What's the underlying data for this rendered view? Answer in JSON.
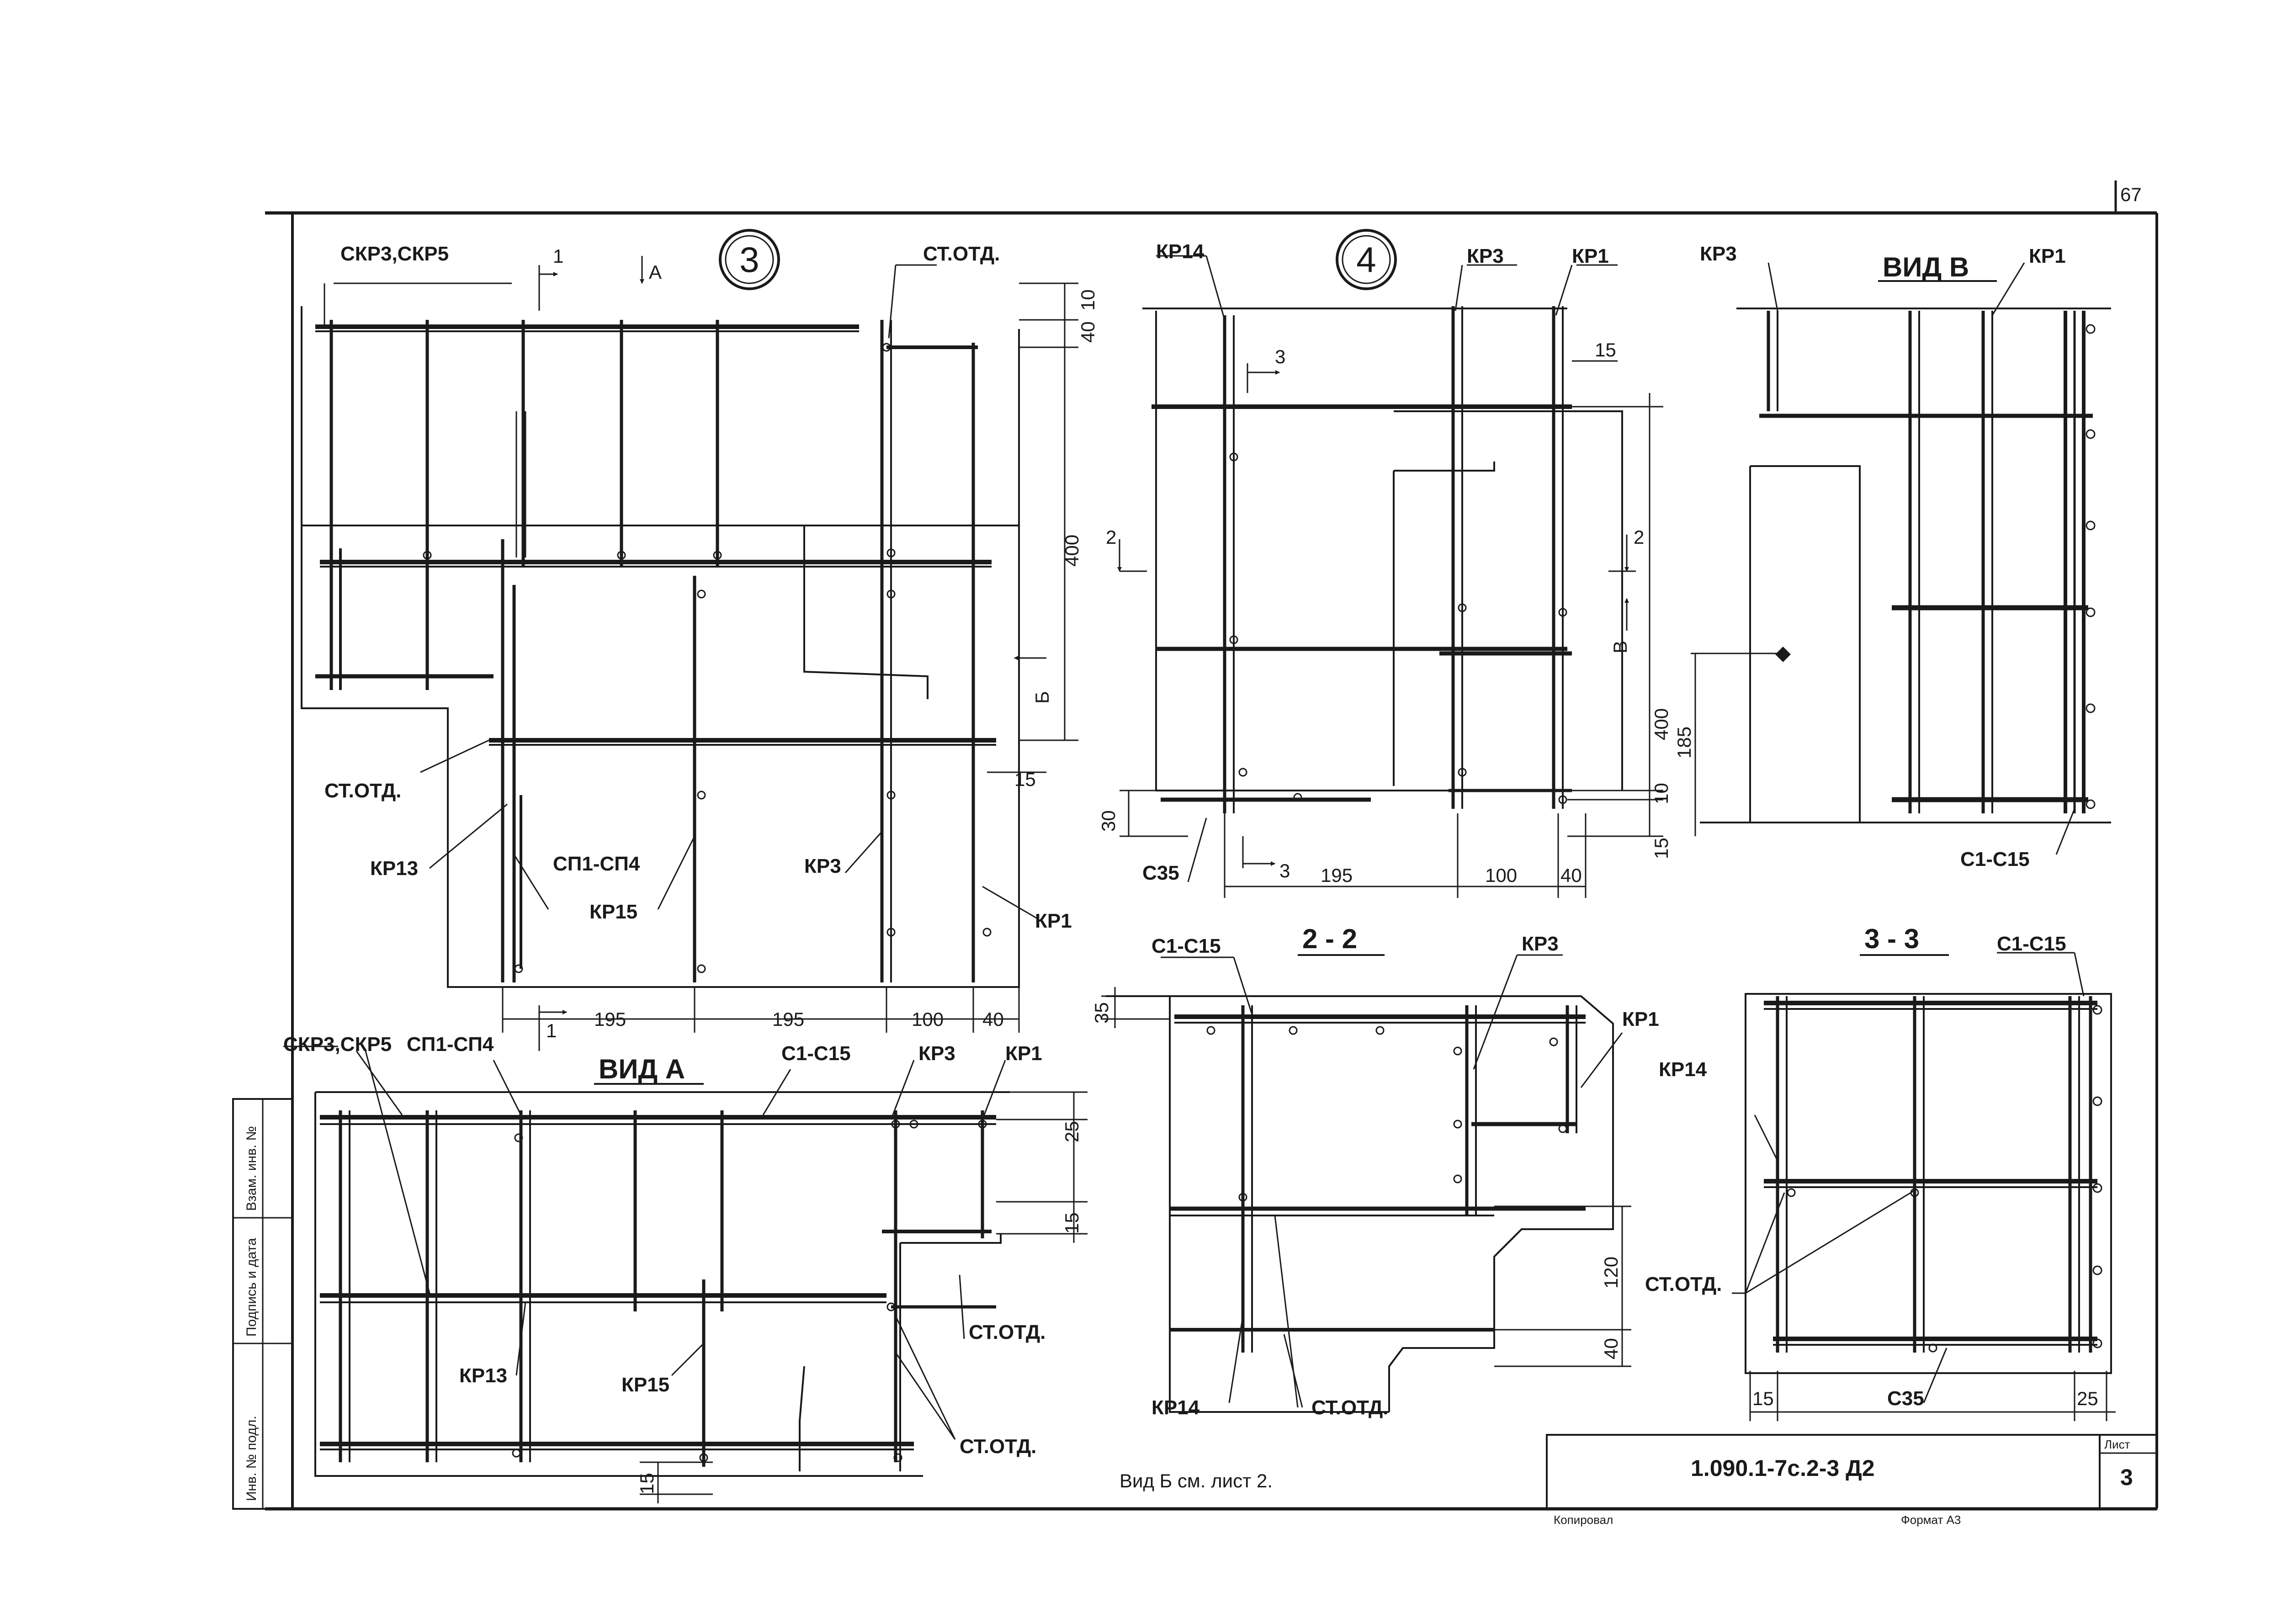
{
  "sheet": {
    "page_number": "67",
    "code": "1.090.1-7с.2-3 Д2",
    "sheet_label": "Лист",
    "sheet_number": "3",
    "note": "Вид Б см. лист 2.",
    "footer_left": "Копировал",
    "footer_right": "Формат А3",
    "stamp": [
      "Инв. № подл.",
      "Подпись и дата",
      "Взам. инв. №"
    ]
  },
  "views": {
    "node3": {
      "bubble": "3",
      "labels": {
        "skr": "СКР3,СКР5",
        "st_top": "СТ.ОТД.",
        "st_left": "СТ.ОТД.",
        "kr13": "КР13",
        "sp": "СП1-СП4",
        "kr15": "КР15",
        "kr3": "КР3",
        "kr1": "КР1",
        "cut1_top": "1",
        "cut1_bot": "1",
        "arrowA": "А",
        "arrowB": "Б"
      },
      "dims": {
        "d10": "10",
        "d40": "40",
        "d400": "400",
        "d15": "15",
        "b195a": "195",
        "b195b": "195",
        "b100": "100",
        "b40": "40"
      }
    },
    "node4": {
      "bubble": "4",
      "labels": {
        "kr14": "КР14",
        "kr3": "КР3",
        "kr1": "КР1",
        "c35": "С35",
        "cut3_top": "3",
        "cut3_bot": "3",
        "cut2_left": "2",
        "cut2_right": "2",
        "arrowV": "В"
      },
      "dims": {
        "d15": "15",
        "d400": "400",
        "d10": "10",
        "d15b": "15",
        "d30": "30",
        "b195": "195",
        "b100": "100",
        "b40": "40"
      }
    },
    "vidV": {
      "title": "ВИД В",
      "labels": {
        "kr3": "КР3",
        "kr1": "КР1",
        "c": "С1-С15"
      },
      "dims": {
        "d185": "185"
      }
    },
    "vidA": {
      "title": "ВИД А",
      "labels": {
        "skr": "СКР3,СКР5",
        "sp": "СП1-СП4",
        "c": "С1-С15",
        "kr3": "КР3",
        "kr1": "КР1",
        "st1": "СТ.ОТД.",
        "st2": "СТ.ОТД.",
        "kr13": "КР13",
        "kr15": "КР15"
      },
      "dims": {
        "d25": "25",
        "d15": "15",
        "d15b": "15"
      }
    },
    "sec22": {
      "title": "2 - 2",
      "labels": {
        "c": "С1-С15",
        "kr3": "КР3",
        "kr1": "КР1",
        "kr14": "КР14",
        "st": "СТ.ОТД."
      },
      "dims": {
        "d35": "35",
        "d120": "120",
        "d40": "40"
      }
    },
    "sec33": {
      "title": "3 - 3",
      "labels": {
        "c": "С1-С15",
        "kr14": "КР14",
        "st": "СТ.ОТД.",
        "c35": "С35"
      },
      "dims": {
        "d15": "15",
        "d25": "25"
      }
    }
  }
}
